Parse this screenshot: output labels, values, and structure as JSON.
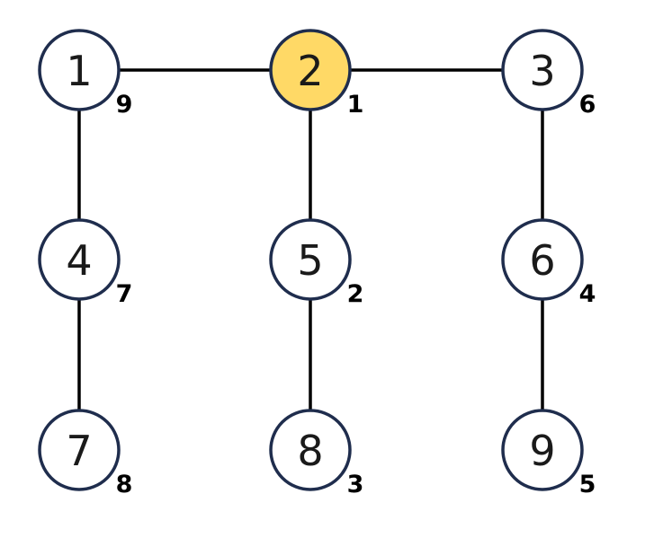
{
  "colors": {
    "node_fill": "#ffffff",
    "highlight_fill": "#ffd966",
    "node_stroke": "#1f2d4d",
    "edge": "#000000"
  },
  "graph": {
    "nodes": [
      {
        "id": "1",
        "label": "1",
        "order": "9",
        "highlighted": false
      },
      {
        "id": "2",
        "label": "2",
        "order": "1",
        "highlighted": true
      },
      {
        "id": "3",
        "label": "3",
        "order": "6",
        "highlighted": false
      },
      {
        "id": "4",
        "label": "4",
        "order": "7",
        "highlighted": false
      },
      {
        "id": "5",
        "label": "5",
        "order": "2",
        "highlighted": false
      },
      {
        "id": "6",
        "label": "6",
        "order": "4",
        "highlighted": false
      },
      {
        "id": "7",
        "label": "7",
        "order": "8",
        "highlighted": false
      },
      {
        "id": "8",
        "label": "8",
        "order": "3",
        "highlighted": false
      },
      {
        "id": "9",
        "label": "9",
        "order": "5",
        "highlighted": false
      }
    ],
    "edges": [
      [
        "1",
        "2"
      ],
      [
        "2",
        "3"
      ],
      [
        "1",
        "4"
      ],
      [
        "2",
        "5"
      ],
      [
        "3",
        "6"
      ],
      [
        "4",
        "7"
      ],
      [
        "5",
        "8"
      ],
      [
        "6",
        "9"
      ]
    ]
  }
}
